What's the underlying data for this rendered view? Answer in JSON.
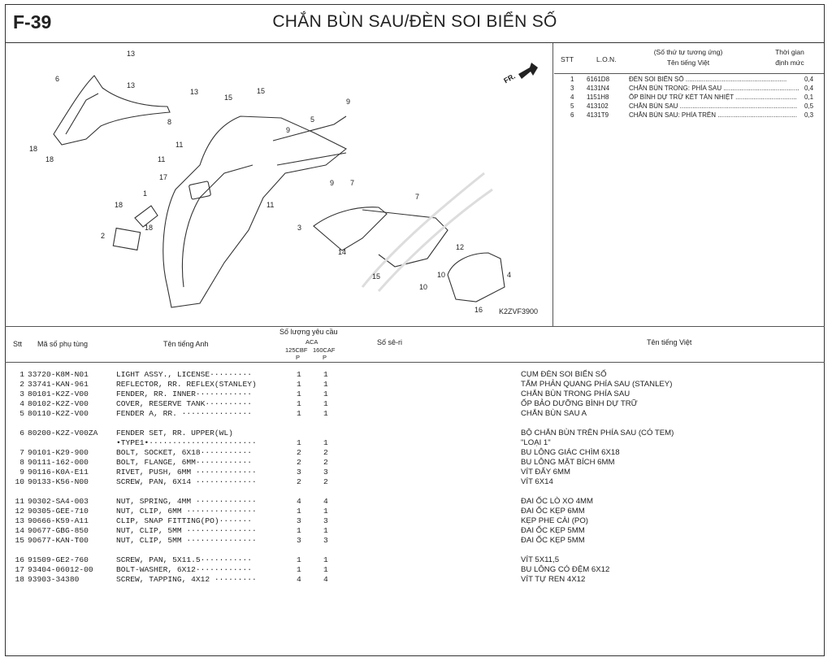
{
  "header": {
    "fig_code": "F-39",
    "title": "CHẮN BÙN SAU/ĐÈN SOI BIỂN SỐ"
  },
  "diagram": {
    "fr_label": "FR.",
    "diagram_code": "K2ZVF3900",
    "callouts": [
      "13",
      "13",
      "13",
      "6",
      "15",
      "15",
      "8",
      "11",
      "9",
      "5",
      "9",
      "18",
      "18",
      "11",
      "17",
      "9",
      "7",
      "18",
      "1",
      "11",
      "7",
      "3",
      "12",
      "2",
      "18",
      "14",
      "15",
      "10",
      "10",
      "4",
      "16"
    ]
  },
  "right_table": {
    "col_stt": "STT",
    "col_lon": "L.O.N.",
    "col_desc_line1": "(Số thứ tự tương ứng)",
    "col_desc_line2": "Tên tiếng Việt",
    "col_time_line1": "Thời gian",
    "col_time_line2": "định mức",
    "rows": [
      {
        "stt": "1",
        "lon": "6161D8",
        "name": "ĐÈN SOI BIỂN SỐ ........................................................",
        "time": "0,4"
      },
      {
        "stt": "3",
        "lon": "4131N4",
        "name": "CHẮN BÙN TRONG: PHÍA SAU ..........................................",
        "time": "0,4"
      },
      {
        "stt": "4",
        "lon": "1151H8",
        "name": "ỐP BÌNH DỰ TRỮ KÉT TẢN NHIỆT ..................................",
        "time": "0,1"
      },
      {
        "stt": "5",
        "lon": "413102",
        "name": "CHẮN BÙN SAU .................................................................",
        "time": "0,5"
      },
      {
        "stt": "6",
        "lon": "4131T9",
        "name": "CHẮN BÙN SAU: PHÍA TRÊN ............................................",
        "time": "0,3"
      }
    ]
  },
  "parts_header": {
    "col_stt": "Stt",
    "col_part_no": "Mã số phụ tùng",
    "col_name_en": "Tên tiếng Anh",
    "col_qty": "Số lượng yêu cầu",
    "col_aca": "ACA",
    "col_125": "125CBF",
    "col_160": "160CAF",
    "col_p1": "P",
    "col_p2": "P",
    "col_serial": "Số sê-ri",
    "col_name_vi": "Tên tiếng Việt"
  },
  "parts": [
    [
      {
        "stt": "1",
        "no": "33720-K8M-N01",
        "en": "LIGHT ASSY., LICENSE·········",
        "q1": "1",
        "q2": "1",
        "vi": "CỤM ĐÈN SOI BIỂN SỐ"
      },
      {
        "stt": "2",
        "no": "33741-KAN-961",
        "en": "REFLECTOR, RR. REFLEX(STANLEY)",
        "q1": "1",
        "q2": "1",
        "vi": "TẤM PHẢN QUANG PHÍA SAU (STANLEY)"
      },
      {
        "stt": "3",
        "no": "80101-K2Z-V00",
        "en": "FENDER, RR. INNER············",
        "q1": "1",
        "q2": "1",
        "vi": "CHẮN BÙN TRONG PHÍA SAU"
      },
      {
        "stt": "4",
        "no": "80102-K2Z-V00",
        "en": "COVER, RESERVE TANK··········",
        "q1": "1",
        "q2": "1",
        "vi": "ỐP BẢO DƯỠNG BÌNH DỰ TRỮ"
      },
      {
        "stt": "5",
        "no": "80110-K2Z-V00",
        "en": "FENDER A, RR. ···············",
        "q1": "1",
        "q2": "1",
        "vi": "CHẮN BÙN SAU A"
      }
    ],
    [
      {
        "stt": "6",
        "no": "80200-K2Z-V00ZA",
        "en": "FENDER SET, RR. UPPER(WL)",
        "q1": "",
        "q2": "",
        "vi": "BỘ CHẮN BÙN TRÊN PHÍA SAU (CÓ TEM)"
      },
      {
        "stt": "",
        "no": "",
        "en": "•TYPE1•·······················",
        "q1": "1",
        "q2": "1",
        "vi": "\"LOẠI 1\""
      },
      {
        "stt": "7",
        "no": "90101-K29-900",
        "en": "BOLT, SOCKET, 6X18···········",
        "q1": "2",
        "q2": "2",
        "vi": "BU LÔNG GIÁC CHÌM 6X18"
      },
      {
        "stt": "8",
        "no": "90111-162-000",
        "en": "BOLT, FLANGE, 6MM············",
        "q1": "2",
        "q2": "2",
        "vi": "BU LÔNG MẶT BÍCH 6MM"
      },
      {
        "stt": "9",
        "no": "90116-K0A-E11",
        "en": "RIVET, PUSH, 6MM ·············",
        "q1": "3",
        "q2": "3",
        "vi": "VÍT ĐẨY 6MM"
      },
      {
        "stt": "10",
        "no": "90133-K56-N00",
        "en": "SCREW, PAN, 6X14 ·············",
        "q1": "2",
        "q2": "2",
        "vi": "VÍT 6X14"
      }
    ],
    [
      {
        "stt": "11",
        "no": "90302-SA4-003",
        "en": "NUT, SPRING, 4MM ·············",
        "q1": "4",
        "q2": "4",
        "vi": "ĐAI ỐC LÒ XO 4MM"
      },
      {
        "stt": "12",
        "no": "90305-GEE-710",
        "en": "NUT, CLIP, 6MM ···············",
        "q1": "1",
        "q2": "1",
        "vi": "ĐAI ỐC KẸP 6MM"
      },
      {
        "stt": "13",
        "no": "90666-K59-A11",
        "en": "CLIP, SNAP FITTING(PO)·······",
        "q1": "3",
        "q2": "3",
        "vi": "KẸP PHE CÀI (PO)"
      },
      {
        "stt": "14",
        "no": "90677-GBG-850",
        "en": "NUT, CLIP, 5MM ···············",
        "q1": "1",
        "q2": "1",
        "vi": "ĐAI ỐC KẸP 5MM"
      },
      {
        "stt": "15",
        "no": "90677-KAN-T00",
        "en": "NUT, CLIP, 5MM ···············",
        "q1": "3",
        "q2": "3",
        "vi": "ĐAI ỐC KẸP 5MM"
      }
    ],
    [
      {
        "stt": "16",
        "no": "91509-GE2-760",
        "en": "SCREW, PAN, 5X11.5···········",
        "q1": "1",
        "q2": "1",
        "vi": "VÍT 5X11,5"
      },
      {
        "stt": "17",
        "no": "93404-06012-00",
        "en": "BOLT-WASHER, 6X12············",
        "q1": "1",
        "q2": "1",
        "vi": "BU LÔNG CÓ ĐỆM 6X12"
      },
      {
        "stt": "18",
        "no": "93903-34380",
        "en": "SCREW, TAPPING, 4X12 ·········",
        "q1": "4",
        "q2": "4",
        "vi": "VÍT TỰ REN 4X12"
      }
    ]
  ]
}
